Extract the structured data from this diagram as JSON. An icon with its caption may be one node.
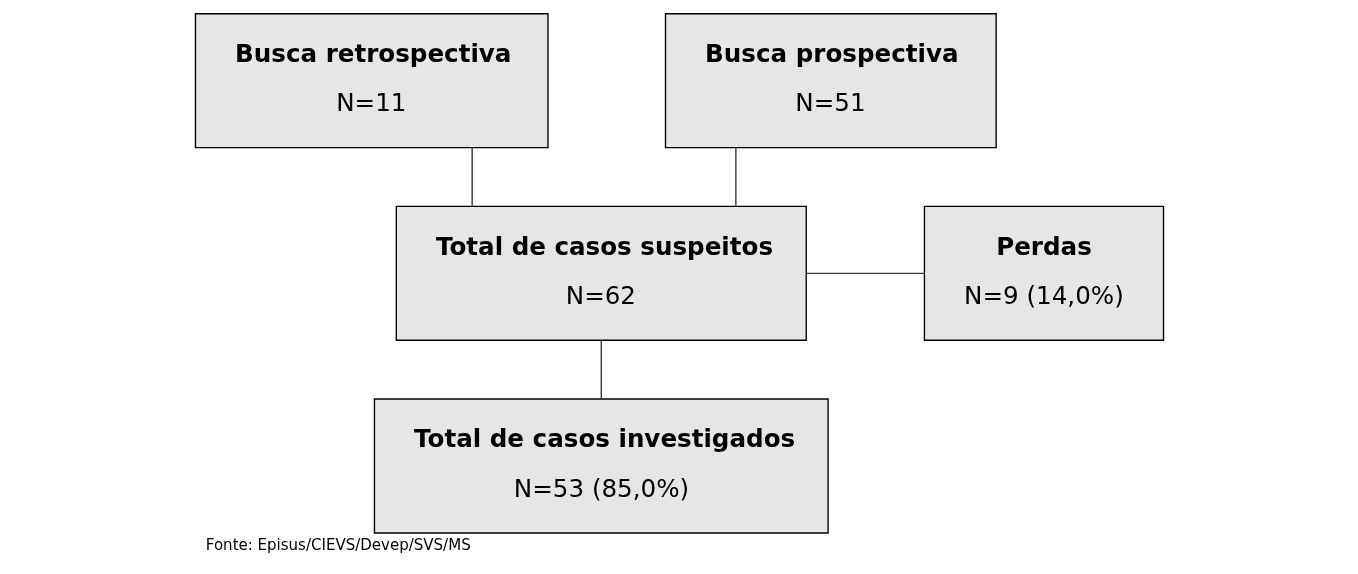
{
  "diagram": {
    "caption": "Fonte: Episus/CIEVS/Devep/SVS/MS",
    "nodes": [
      {
        "text": [
          "Busca retrospectiva",
          "N=11"
        ]
      },
      {
        "text": [
          "Busca prospectiva",
          "N=51"
        ]
      },
      {
        "text": [
          "Total de casos suspeitos",
          "N=62"
        ]
      },
      {
        "text": [
          "Perdas",
          "N=9 (14,0%)"
        ]
      },
      {
        "text": [
          "Total de casos investigados",
          "N=53 (85,0%)"
        ]
      }
    ],
    "edges": [
      {
        "from": 0,
        "to": 2,
        "arrow": "none"
      },
      {
        "from": 1,
        "to": 2,
        "arrow": "none"
      },
      {
        "from": 2,
        "to": 3,
        "arrow": "none"
      },
      {
        "from": 2,
        "to": 4,
        "arrow": "none"
      }
    ]
  }
}
